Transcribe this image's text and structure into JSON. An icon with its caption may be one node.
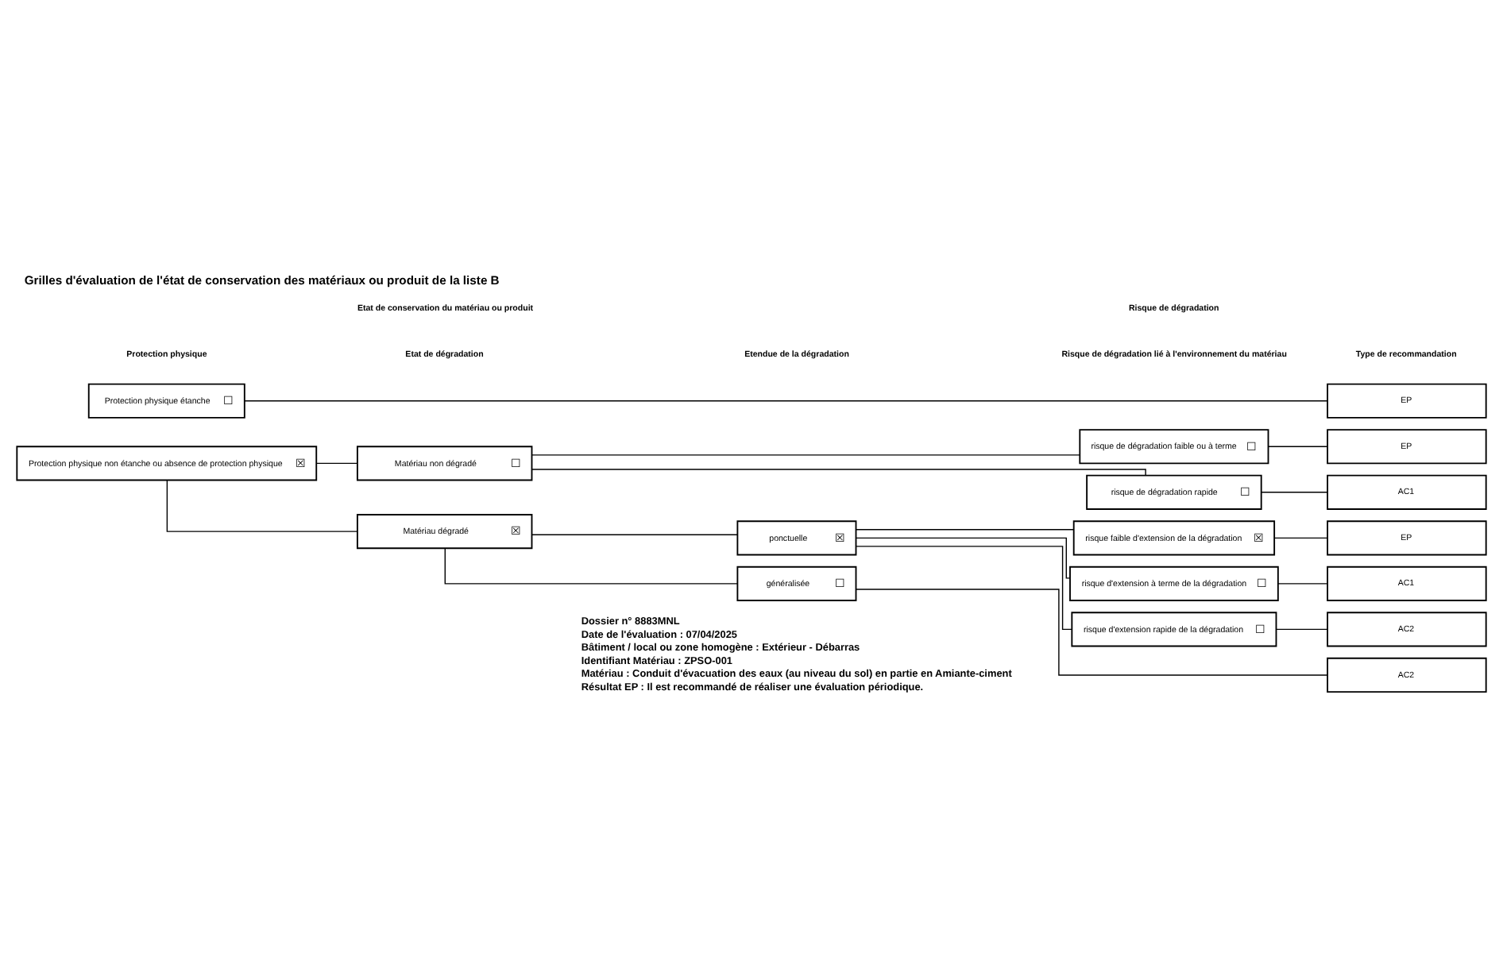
{
  "diagram": {
    "title": "Grilles d'évaluation de l'état de conservation des matériaux ou produit de la liste B",
    "nodes": [
      {
        "text": [
          "Protection physique étanche",
          "☐"
        ]
      },
      {
        "text": [
          "Protection physique non étanche ou absence de protection physique",
          "☒"
        ]
      },
      {
        "text": [
          "Matériau non dégradé",
          "☐"
        ]
      },
      {
        "text": [
          "Matériau dégradé",
          "☒"
        ]
      },
      {
        "text": [
          "ponctuelle",
          "☒"
        ]
      },
      {
        "text": [
          "généralisée",
          "☐"
        ]
      },
      {
        "text": [
          "risque de dégradation faible ou à terme",
          "☐"
        ]
      },
      {
        "text": [
          "risque de dégradation rapide",
          "☐"
        ]
      },
      {
        "text": [
          "risque faible d'extension de la dégradation",
          "☒"
        ]
      },
      {
        "text": [
          "risque d'extension à terme de la dégradation",
          "☐"
        ]
      },
      {
        "text": [
          "risque d'extension rapide de la dégradation",
          "☐"
        ]
      },
      {
        "text": [
          "EP"
        ]
      },
      {
        "text": [
          "EP"
        ]
      },
      {
        "text": [
          "AC1"
        ]
      },
      {
        "text": [
          "EP"
        ]
      },
      {
        "text": [
          "AC1"
        ]
      },
      {
        "text": [
          "AC2"
        ]
      },
      {
        "text": [
          "AC2"
        ]
      }
    ],
    "edges": [
      {
        "from": 0,
        "to": 11,
        "arrow": "none"
      },
      {
        "from": 1,
        "to": 2,
        "arrow": "none"
      },
      {
        "from": 1,
        "to": 3,
        "arrow": "none"
      },
      {
        "from": 2,
        "to": 6,
        "arrow": "none"
      },
      {
        "from": 2,
        "to": 7,
        "arrow": "none"
      },
      {
        "from": 3,
        "to": 4,
        "arrow": "none"
      },
      {
        "from": 3,
        "to": 5,
        "arrow": "none"
      },
      {
        "from": 4,
        "to": 8,
        "arrow": "none"
      },
      {
        "from": 4,
        "to": 9,
        "arrow": "none"
      },
      {
        "from": 4,
        "to": 10,
        "arrow": "none"
      },
      {
        "from": 6,
        "to": 12,
        "arrow": "none"
      },
      {
        "from": 7,
        "to": 13,
        "arrow": "none"
      },
      {
        "from": 8,
        "to": 14,
        "arrow": "none"
      },
      {
        "from": 9,
        "to": 15,
        "arrow": "none"
      },
      {
        "from": 10,
        "to": 16,
        "arrow": "none"
      },
      {
        "from": 5,
        "to": 17,
        "arrow": "none"
      }
    ],
    "labels": [
      "Etat de conservation du matériau ou produit",
      "Risque de dégradation",
      "Protection physique",
      "Etat de dégradation",
      "Etendue de la dégradation",
      "Risque de dégradation lié à l'environnement du matériau",
      "Type de recommandation",
      "Dossier n° 8883MNL",
      "Date de l'évaluation : 07/04/2025",
      "Bâtiment / local ou zone homogène : Extérieur - Débarras",
      "Identifiant Matériau : ZPSO-001",
      "Matériau : Conduit d'évacuation des eaux (au niveau du sol) en partie en Amiante-ciment",
      "Résultat EP : Il est recommandé de réaliser une évaluation périodique."
    ]
  }
}
